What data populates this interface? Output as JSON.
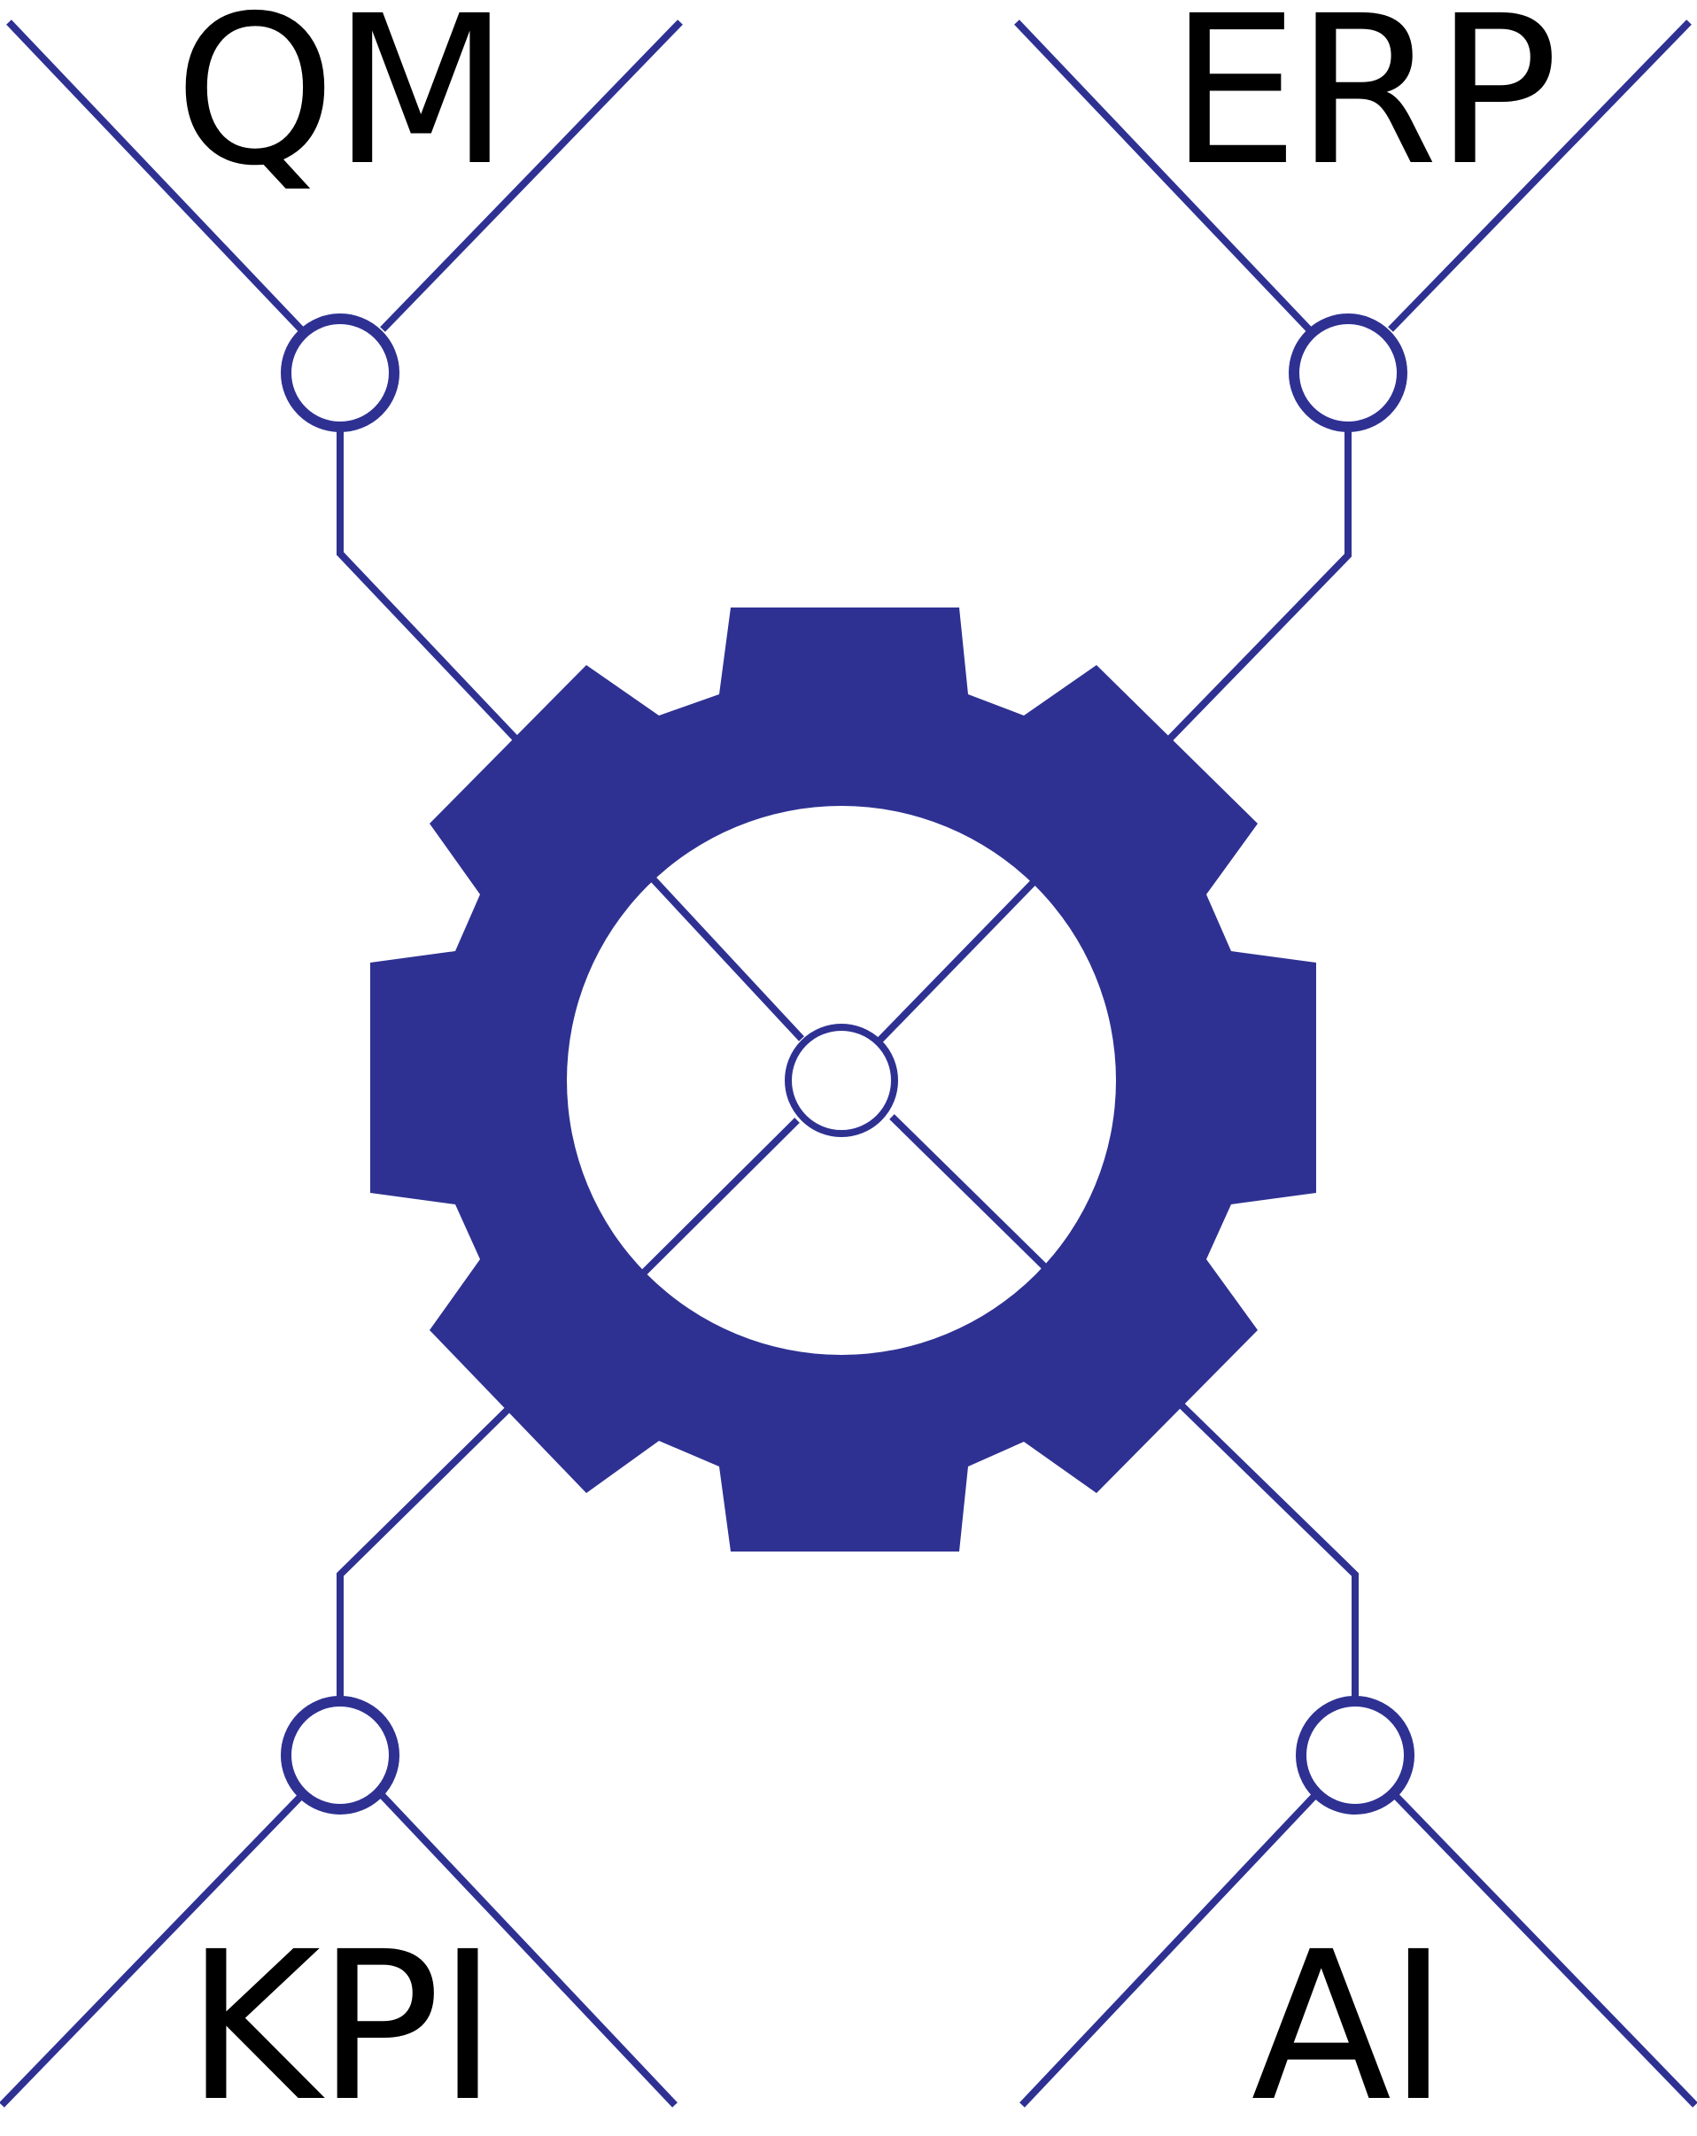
{
  "colors": {
    "accent": "#2e3192",
    "text": "#000000",
    "background": "#ffffff"
  },
  "labels": {
    "top_left": "QM",
    "top_right": "ERP",
    "bottom_left": "KPI",
    "bottom_right": "AI"
  },
  "icons": {
    "center": "gear-icon"
  }
}
